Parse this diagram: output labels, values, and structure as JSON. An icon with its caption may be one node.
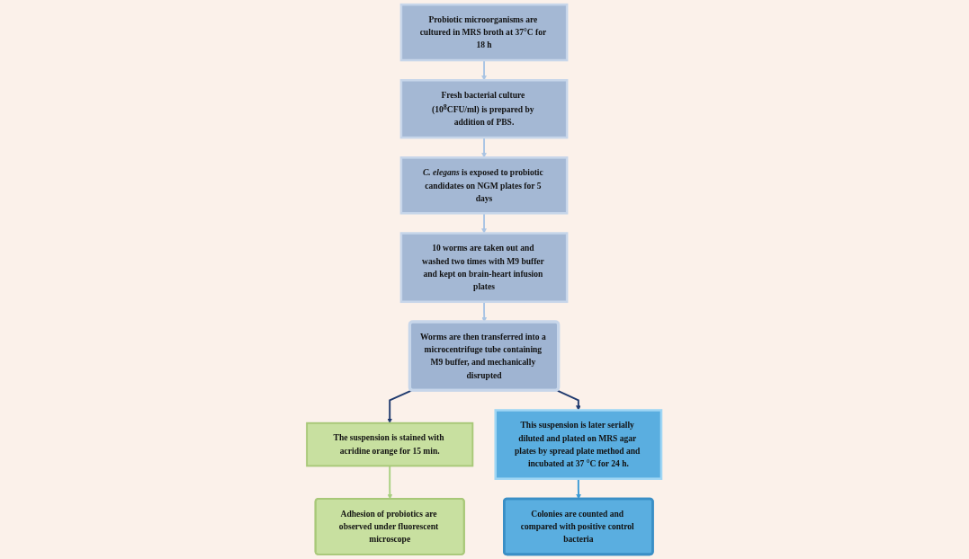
{
  "diagram": {
    "nodes": [
      {
        "text": [
          "Probiotic microorganisms are cultured in MRS broth at 37°C for 18 h"
        ]
      },
      {
        "text": [
          "Fresh bacterial culture (10$^{8}$CFU/ml) is prepared by addition of PBS."
        ]
      },
      {
        "text": [
          "*C. elegans* is exposed to probiotic candidates on NGM plates for 5 days"
        ]
      },
      {
        "text": [
          "10 worms are taken out and washed two times with M9 buffer and kept on brain-heart infusion plates"
        ]
      },
      {
        "text": [
          "Worms are then transferred into a microcentrifuge tube containing M9 buffer, and mechanically disrupted"
        ]
      },
      {
        "text": [
          "The suspension is stained with acridine orange for 15 min."
        ]
      },
      {
        "text": [
          "Adhesion of probiotics are observed under fluorescent microscope"
        ]
      },
      {
        "text": [
          "This suspension is later serially diluted and plated on MRS agar plates by spread plate method and incubated at 37 °C for 24 h."
        ]
      },
      {
        "text": [
          "Colonies are counted and compared with positive control bacteria"
        ]
      }
    ],
    "edges": [
      {
        "from": 0,
        "to": 1,
        "arrow": "to"
      },
      {
        "from": 1,
        "to": 2,
        "arrow": "to"
      },
      {
        "from": 2,
        "to": 3,
        "arrow": "to"
      },
      {
        "from": 3,
        "to": 4,
        "arrow": "to"
      },
      {
        "from": 4,
        "to": 5,
        "arrow": "to",
        "color": "#1f3a6e"
      },
      {
        "from": 5,
        "to": 6,
        "arrow": "to",
        "color": "#a8d080"
      },
      {
        "from": 4,
        "to": 7,
        "arrow": "to",
        "color": "#1f3a6e"
      },
      {
        "from": 7,
        "to": 8,
        "arrow": "to",
        "color": "#3a9ad6"
      }
    ]
  }
}
